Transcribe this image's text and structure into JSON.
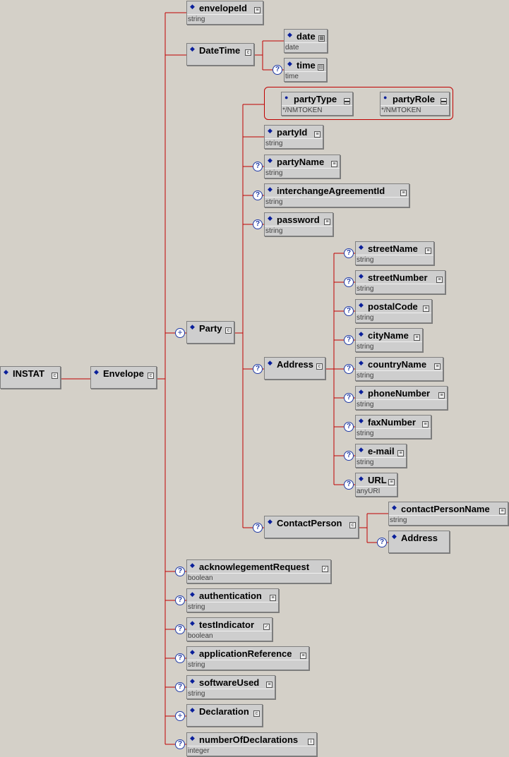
{
  "nodes": {
    "instat": {
      "name": "INSTAT"
    },
    "envelope": {
      "name": "Envelope"
    },
    "envelopeId": {
      "name": "envelopeId",
      "type": "string"
    },
    "dateTime": {
      "name": "DateTime"
    },
    "date": {
      "name": "date",
      "type": "date"
    },
    "time": {
      "name": "time",
      "type": "time"
    },
    "partyType": {
      "name": "partyType",
      "type": "*/NMTOKEN"
    },
    "partyRole": {
      "name": "partyRole",
      "type": "*/NMTOKEN"
    },
    "partyId": {
      "name": "partyId",
      "type": "string"
    },
    "partyName": {
      "name": "partyName",
      "type": "string"
    },
    "interchangeAgreementId": {
      "name": "interchangeAgreementId",
      "type": "string"
    },
    "password": {
      "name": "password",
      "type": "string"
    },
    "party": {
      "name": "Party"
    },
    "address": {
      "name": "Address"
    },
    "streetName": {
      "name": "streetName",
      "type": "string"
    },
    "streetNumber": {
      "name": "streetNumber",
      "type": "string"
    },
    "postalCode": {
      "name": "postalCode",
      "type": "string"
    },
    "cityName": {
      "name": "cityName",
      "type": "string"
    },
    "countryName": {
      "name": "countryName",
      "type": "string"
    },
    "phoneNumber": {
      "name": "phoneNumber",
      "type": "string"
    },
    "faxNumber": {
      "name": "faxNumber",
      "type": "string"
    },
    "email": {
      "name": "e-mail",
      "type": "string"
    },
    "url": {
      "name": "URL",
      "type": "anyURI"
    },
    "contactPerson": {
      "name": "ContactPerson"
    },
    "contactPersonName": {
      "name": "contactPersonName",
      "type": "string"
    },
    "cpAddress": {
      "name": "Address"
    },
    "acknowlegementRequest": {
      "name": "acknowlegementRequest",
      "type": "boolean"
    },
    "authentication": {
      "name": "authentication",
      "type": "string"
    },
    "testIndicator": {
      "name": "testIndicator",
      "type": "boolean"
    },
    "applicationReference": {
      "name": "applicationReference",
      "type": "string"
    },
    "softwareUsed": {
      "name": "softwareUsed",
      "type": "string"
    },
    "declaration": {
      "name": "Declaration"
    },
    "numberOfDeclarations": {
      "name": "numberOfDeclarations",
      "type": "integer"
    }
  },
  "colors": {
    "background": "#d4d0c8",
    "connector": "#c00000",
    "node": "#cecece",
    "accent": "#0a1f9a"
  }
}
